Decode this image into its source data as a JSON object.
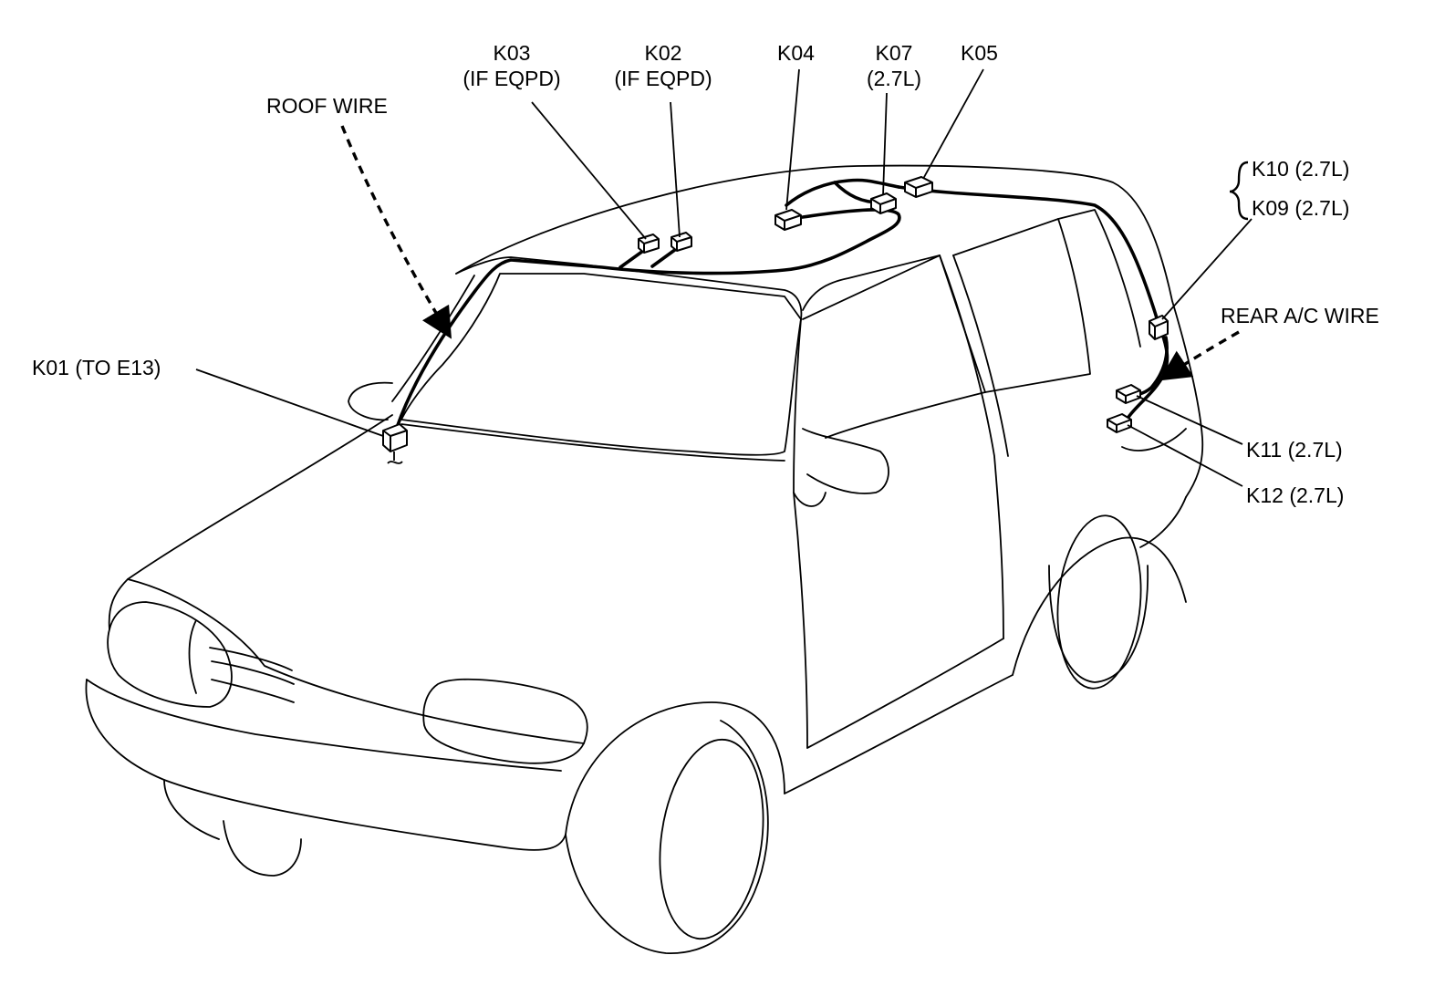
{
  "labels": {
    "k03": "K03",
    "k03_note": "(IF EQPD)",
    "k02": "K02",
    "k02_note": "(IF EQPD)",
    "k04": "K04",
    "k07": "K07",
    "k07_note": "(2.7L)",
    "k05": "K05",
    "roof_wire": "ROOF WIRE",
    "k10": "K10 (2.7L)",
    "k09": "K09 (2.7L)",
    "rear_ac_wire": "REAR A/C WIRE",
    "k01": "K01 (TO E13)",
    "k11": "K11 (2.7L)",
    "k12": "K12 (2.7L)"
  }
}
